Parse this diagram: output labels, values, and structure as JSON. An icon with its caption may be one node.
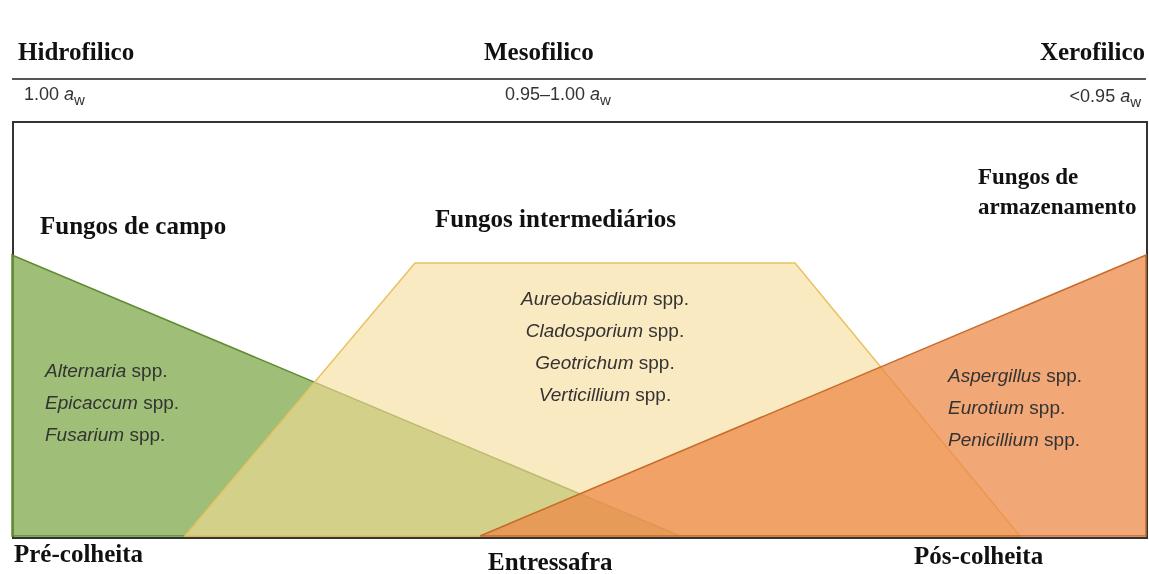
{
  "diagram": {
    "nodes": [
      {
        "text": [
          "Fungos de campo",
          "*Alternaria* spp.",
          "*Epicaccum* spp.",
          "*Fusarium* spp."
        ]
      },
      {
        "text": [
          "Fungos intermediários",
          "*Aureobasidium* spp.",
          "*Cladosporium* spp.",
          "*Geotrichum* spp.",
          "*Verticillium* spp."
        ]
      },
      {
        "text": [
          "Fungos de armazenamento",
          "*Aspergillus* spp.",
          "*Eurotium* spp.",
          "*Penicillium* spp."
        ]
      }
    ],
    "edges": [],
    "labels": [
      "Hidrofilico",
      "Mesofilico",
      "Xerofilico",
      "1.00 *a*$_{w}$",
      "0.95–1.00 *a*$_{w}$",
      "<0.95 *a*$_{w}$",
      "Pré-colheita",
      "Entressafra",
      "Pós-colheita"
    ]
  }
}
